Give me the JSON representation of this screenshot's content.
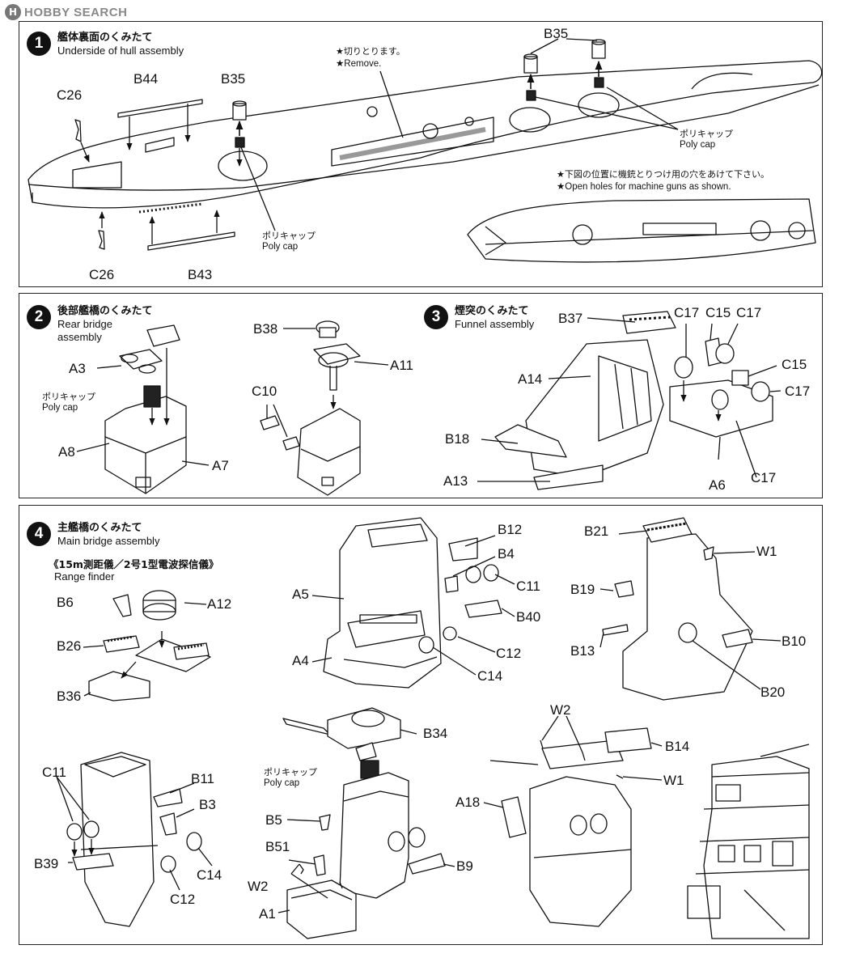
{
  "watermark": "HOBBY SEARCH",
  "steps": [
    {
      "num": "1",
      "jp": "艦体裏面のくみたて",
      "en": "Underside of hull assembly"
    },
    {
      "num": "2",
      "jp": "後部艦橋のくみたて",
      "en": "Rear bridge",
      "en2": "assembly"
    },
    {
      "num": "3",
      "jp": "煙突のくみたて",
      "en": "Funnel assembly"
    },
    {
      "num": "4",
      "jp": "主艦橋のくみたて",
      "en": "Main bridge assembly"
    }
  ],
  "notes": {
    "cut_jp": "★切りとります。",
    "cut_en": "★Remove.",
    "holes_jp": "★下図の位置に機銃とりつけ用の穴をあけて下さい。",
    "holes_en": "★Open holes for machine guns as shown.",
    "poly_jp": "ポリキャップ",
    "poly_en": "Poly cap",
    "range_jp": "《15m測距儀／2号1型電波探信儀》",
    "range_en": "Range finder"
  },
  "parts": {
    "s1": [
      "C26",
      "B44",
      "B35",
      "B35",
      "C26",
      "B43"
    ],
    "s2": [
      "A3",
      "A8",
      "A7",
      "B38",
      "A11",
      "C10"
    ],
    "s3": [
      "B37",
      "C17",
      "C15",
      "C17",
      "A14",
      "C15",
      "C17",
      "B18",
      "A13",
      "A6",
      "C17"
    ],
    "s4a": [
      "B6",
      "A12",
      "B26",
      "B36"
    ],
    "s4b": [
      "B12",
      "B4",
      "C11",
      "A5",
      "B40",
      "C12",
      "A4",
      "C14"
    ],
    "s4c": [
      "B21",
      "W1",
      "B19",
      "B10",
      "B13",
      "B20"
    ],
    "s4d": [
      "C11",
      "B11",
      "B3",
      "B39",
      "C14",
      "C12"
    ],
    "s4e": [
      "B34",
      "B5",
      "B51",
      "B9",
      "W2",
      "A1"
    ],
    "s4f": [
      "W2",
      "B14",
      "W1",
      "A18"
    ]
  }
}
